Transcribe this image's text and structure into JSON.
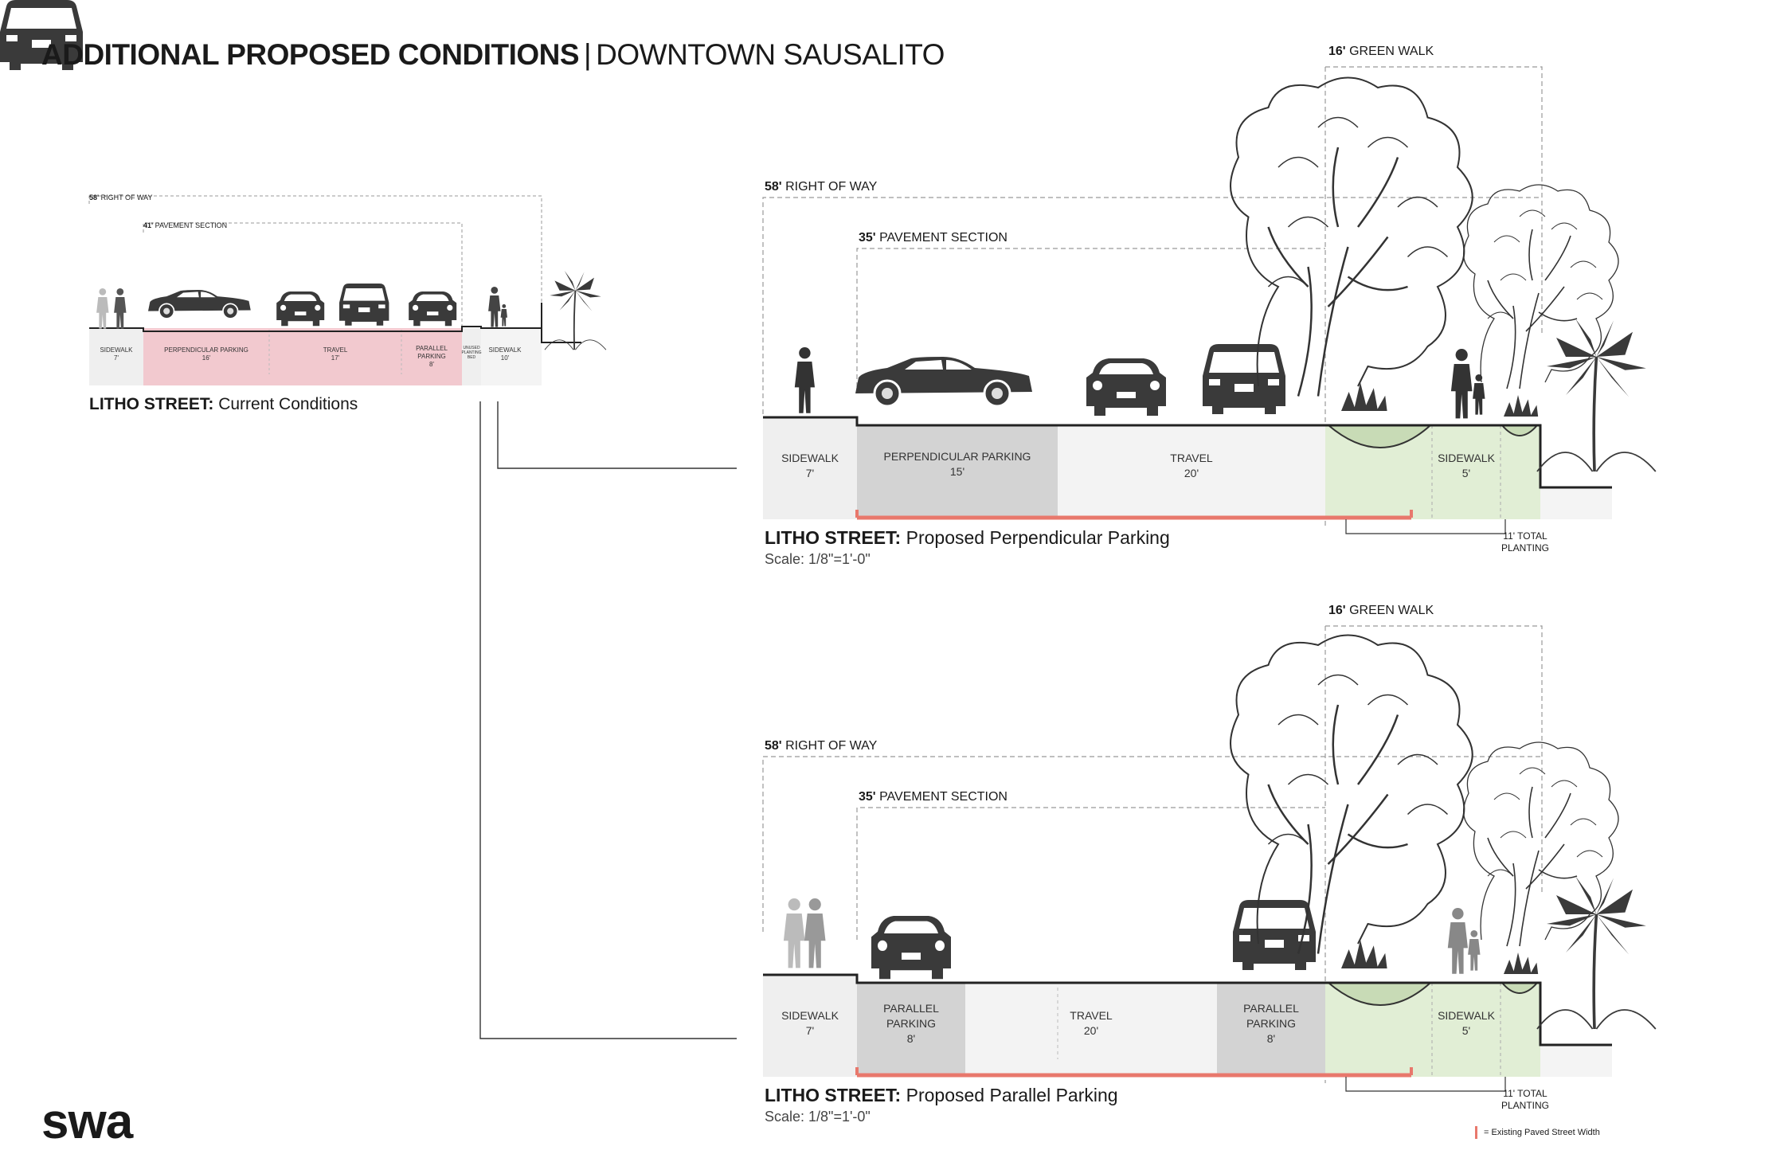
{
  "page": {
    "title_bold": "ADDITIONAL PROPOSED CONDITIONS",
    "title_sep": "|",
    "title_regular": "DOWNTOWN SAUSALITO"
  },
  "current": {
    "right_of_way_num": "58'",
    "right_of_way_text": "RIGHT OF WAY",
    "pavement_num": "41'",
    "pavement_text": "PAVEMENT SECTION",
    "segments": [
      {
        "label": "SIDEWALK\n7'"
      },
      {
        "label": "PERPENDICULAR PARKING\n16'"
      },
      {
        "label": "TRAVEL\n17'"
      },
      {
        "label": "PARALLEL\nPARKING\n8'"
      },
      {
        "label": "UNUSED\nPLANTING\nBED"
      },
      {
        "label": "SIDEWALK\n10'"
      }
    ],
    "caption_bold": "LITHO STREET:",
    "caption_regular": "Current Conditions"
  },
  "perpendicular": {
    "green_walk_num": "16'",
    "green_walk_text": "GREEN WALK",
    "right_of_way_num": "58'",
    "right_of_way_text": "RIGHT OF WAY",
    "pavement_num": "35'",
    "pavement_text": "PAVEMENT SECTION",
    "segments": [
      {
        "label": "SIDEWALK\n7'"
      },
      {
        "label": "PERPENDICULAR PARKING\n15'"
      },
      {
        "label": "TRAVEL\n20'"
      },
      {
        "label": "SIDEWALK\n5'"
      }
    ],
    "total_planting": "11' TOTAL\nPLANTING",
    "caption_bold": "LITHO STREET:",
    "caption_regular": "Proposed Perpendicular Parking",
    "scale": "Scale: 1/8\"=1'-0\""
  },
  "parallel": {
    "green_walk_num": "16'",
    "green_walk_text": "GREEN WALK",
    "right_of_way_num": "58'",
    "right_of_way_text": "RIGHT OF WAY",
    "pavement_num": "35'",
    "pavement_text": "PAVEMENT SECTION",
    "segments": [
      {
        "label": "SIDEWALK\n7'"
      },
      {
        "label": "PARALLEL\nPARKING\n8'"
      },
      {
        "label": "TRAVEL\n20'"
      },
      {
        "label": "PARALLEL\nPARKING\n8'"
      },
      {
        "label": "SIDEWALK\n5'"
      }
    ],
    "total_planting": "11' TOTAL\nPLANTING",
    "caption_bold": "LITHO STREET:",
    "caption_regular": "Proposed Parallel Parking",
    "scale": "Scale: 1/8\"=1'-0\""
  },
  "legend": {
    "text": "= Existing Paved Street Width"
  },
  "logo": {
    "text": "swa"
  },
  "colors": {
    "pavement_highlight": "#f2c9cf",
    "sidewalk": "#efefef",
    "parking": "#d3d3d3",
    "planting": "#e1eed5",
    "existing_width_line": "#e8786c",
    "silhouette": "#3a3a3a"
  }
}
